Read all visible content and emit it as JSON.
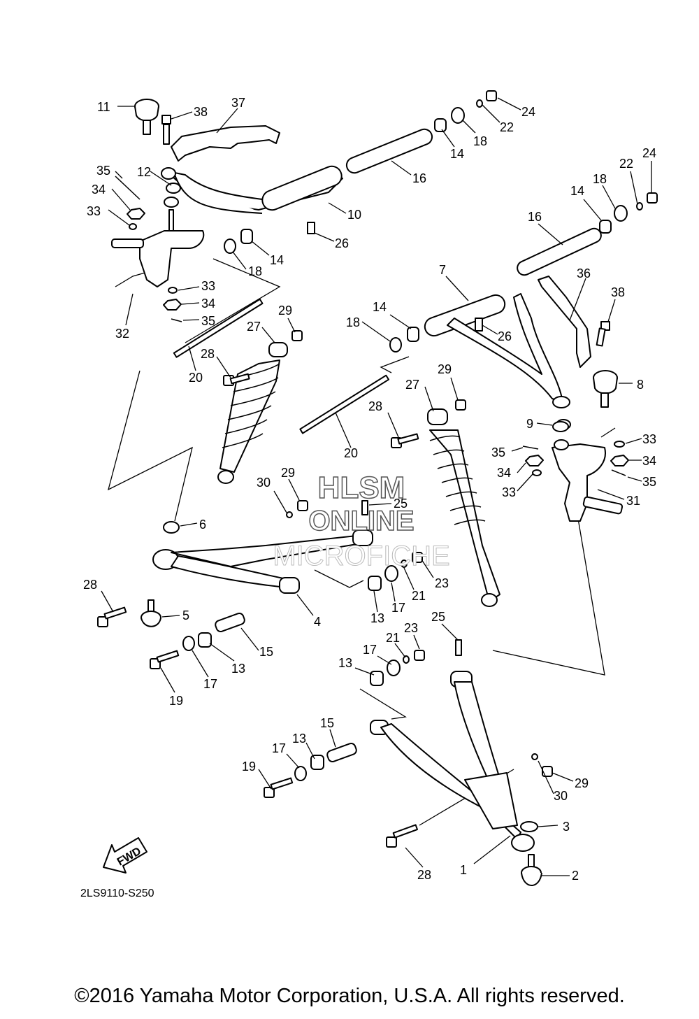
{
  "diagram": {
    "figure_code": "2LS9110-S250",
    "direction_label": "FWD",
    "watermark": {
      "line1": "HLSM",
      "line2": "ONLINE",
      "line3": "MICROFICHE"
    },
    "callouts": [
      {
        "id": "c11",
        "text": "11"
      },
      {
        "id": "c38a",
        "text": "38"
      },
      {
        "id": "c37",
        "text": "37"
      },
      {
        "id": "c24a",
        "text": "24"
      },
      {
        "id": "c22a",
        "text": "22"
      },
      {
        "id": "c18a",
        "text": "18"
      },
      {
        "id": "c14a",
        "text": "14"
      },
      {
        "id": "c35a",
        "text": "35"
      },
      {
        "id": "c12",
        "text": "12"
      },
      {
        "id": "c34a",
        "text": "34"
      },
      {
        "id": "c33a",
        "text": "33"
      },
      {
        "id": "c16a",
        "text": "16"
      },
      {
        "id": "c10",
        "text": "10"
      },
      {
        "id": "c26a",
        "text": "26"
      },
      {
        "id": "c14b",
        "text": "14"
      },
      {
        "id": "c18b",
        "text": "18"
      },
      {
        "id": "c33b",
        "text": "33"
      },
      {
        "id": "c34b",
        "text": "34"
      },
      {
        "id": "c35b",
        "text": "35"
      },
      {
        "id": "c32",
        "text": "32"
      },
      {
        "id": "c24b",
        "text": "24"
      },
      {
        "id": "c22b",
        "text": "22"
      },
      {
        "id": "c18c",
        "text": "18"
      },
      {
        "id": "c14c",
        "text": "14"
      },
      {
        "id": "c16b",
        "text": "16"
      },
      {
        "id": "c7",
        "text": "7"
      },
      {
        "id": "c36",
        "text": "36"
      },
      {
        "id": "c38b",
        "text": "38"
      },
      {
        "id": "c14d",
        "text": "14"
      },
      {
        "id": "c18d",
        "text": "18"
      },
      {
        "id": "c26b",
        "text": "26"
      },
      {
        "id": "c29a",
        "text": "29"
      },
      {
        "id": "c27a",
        "text": "27"
      },
      {
        "id": "c28a",
        "text": "28"
      },
      {
        "id": "c20a",
        "text": "20"
      },
      {
        "id": "c8",
        "text": "8"
      },
      {
        "id": "c29b",
        "text": "29"
      },
      {
        "id": "c27b",
        "text": "27"
      },
      {
        "id": "c28b",
        "text": "28"
      },
      {
        "id": "c20b",
        "text": "20"
      },
      {
        "id": "c9",
        "text": "9"
      },
      {
        "id": "c33c",
        "text": "33"
      },
      {
        "id": "c35c",
        "text": "35"
      },
      {
        "id": "c34c",
        "text": "34"
      },
      {
        "id": "c34d",
        "text": "34"
      },
      {
        "id": "c33d",
        "text": "33"
      },
      {
        "id": "c35d",
        "text": "35"
      },
      {
        "id": "c31",
        "text": "31"
      },
      {
        "id": "c29c",
        "text": "29"
      },
      {
        "id": "c30a",
        "text": "30"
      },
      {
        "id": "c25a",
        "text": "25"
      },
      {
        "id": "c6",
        "text": "6"
      },
      {
        "id": "c28c",
        "text": "28"
      },
      {
        "id": "c5",
        "text": "5"
      },
      {
        "id": "c4",
        "text": "4"
      },
      {
        "id": "c13a",
        "text": "13"
      },
      {
        "id": "c17a",
        "text": "17"
      },
      {
        "id": "c21a",
        "text": "21"
      },
      {
        "id": "c23a",
        "text": "23"
      },
      {
        "id": "c15a",
        "text": "15"
      },
      {
        "id": "c13b",
        "text": "13"
      },
      {
        "id": "c17b",
        "text": "17"
      },
      {
        "id": "c19a",
        "text": "19"
      },
      {
        "id": "c25b",
        "text": "25"
      },
      {
        "id": "c23b",
        "text": "23"
      },
      {
        "id": "c21b",
        "text": "21"
      },
      {
        "id": "c17c",
        "text": "17"
      },
      {
        "id": "c13c",
        "text": "13"
      },
      {
        "id": "c15b",
        "text": "15"
      },
      {
        "id": "c13d",
        "text": "13"
      },
      {
        "id": "c17d",
        "text": "17"
      },
      {
        "id": "c19b",
        "text": "19"
      },
      {
        "id": "c29d",
        "text": "29"
      },
      {
        "id": "c30b",
        "text": "30"
      },
      {
        "id": "c3",
        "text": "3"
      },
      {
        "id": "c1",
        "text": "1"
      },
      {
        "id": "c2",
        "text": "2"
      },
      {
        "id": "c28d",
        "text": "28"
      }
    ]
  },
  "footer": {
    "copyright": "©2016 Yamaha Motor Corporation, U.S.A. All rights reserved."
  }
}
